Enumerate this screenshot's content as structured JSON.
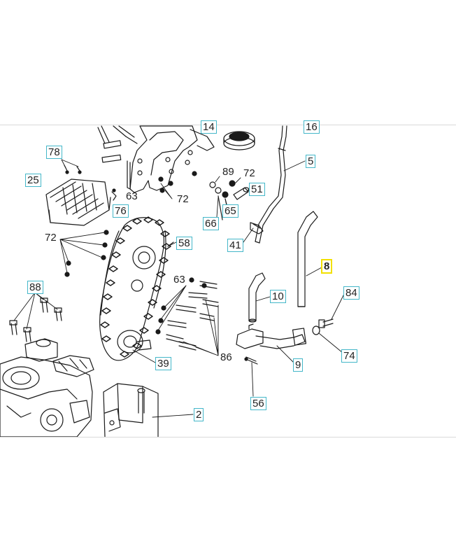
{
  "diagram": {
    "callouts": {
      "c14": "14",
      "c16": "16",
      "c78": "78",
      "c25": "25",
      "c76": "76",
      "c63a": "63",
      "c72a": "72",
      "c89": "89",
      "c72b": "72",
      "c51": "51",
      "c5": "5",
      "c66": "66",
      "c65": "65",
      "c41": "41",
      "c72c": "72",
      "c58": "58",
      "c8": "8",
      "c88": "88",
      "c63b": "63",
      "c10": "10",
      "c84": "84",
      "c74": "74",
      "c9": "9",
      "c39": "39",
      "c86": "86",
      "c56": "56",
      "c2": "2"
    },
    "highlight_color": "#f2e000",
    "callout_box_color": "#44b7c9",
    "highlighted_part": "8"
  }
}
